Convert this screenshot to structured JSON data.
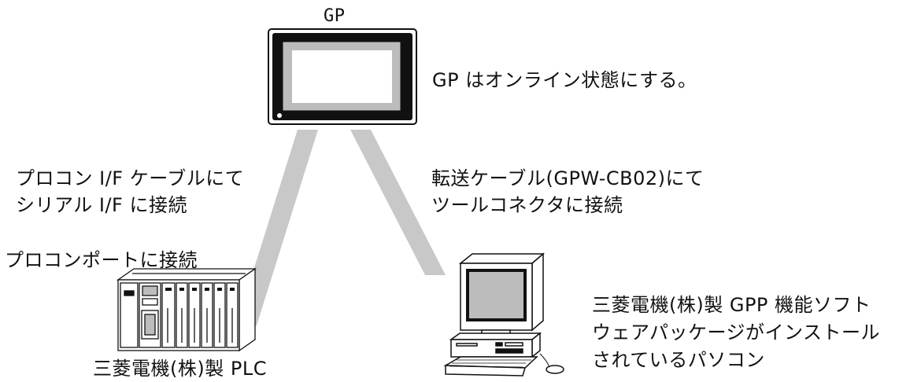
{
  "gp": {
    "title": "GP",
    "status_note": "GP はオンライン状態にする。"
  },
  "left_cable": {
    "line1": "プロコン I/F ケーブルにて",
    "line2": "シリアル I/F に接続"
  },
  "right_cable": {
    "line1": "転送ケーブル(GPW-CB02)にて",
    "line2": "ツールコネクタに接続"
  },
  "plc": {
    "port_note": "プロコンポートに接続",
    "caption": "三菱電機(株)製 PLC"
  },
  "pc": {
    "caption_line1": "三菱電機(株)製 GPP 機能ソフト",
    "caption_line2": "ウェアパッケージがインストール",
    "caption_line3": "されているパソコン"
  },
  "colors": {
    "cable": "#c8c8c8",
    "screen": "#bcbcbc",
    "outline": "#111111"
  }
}
